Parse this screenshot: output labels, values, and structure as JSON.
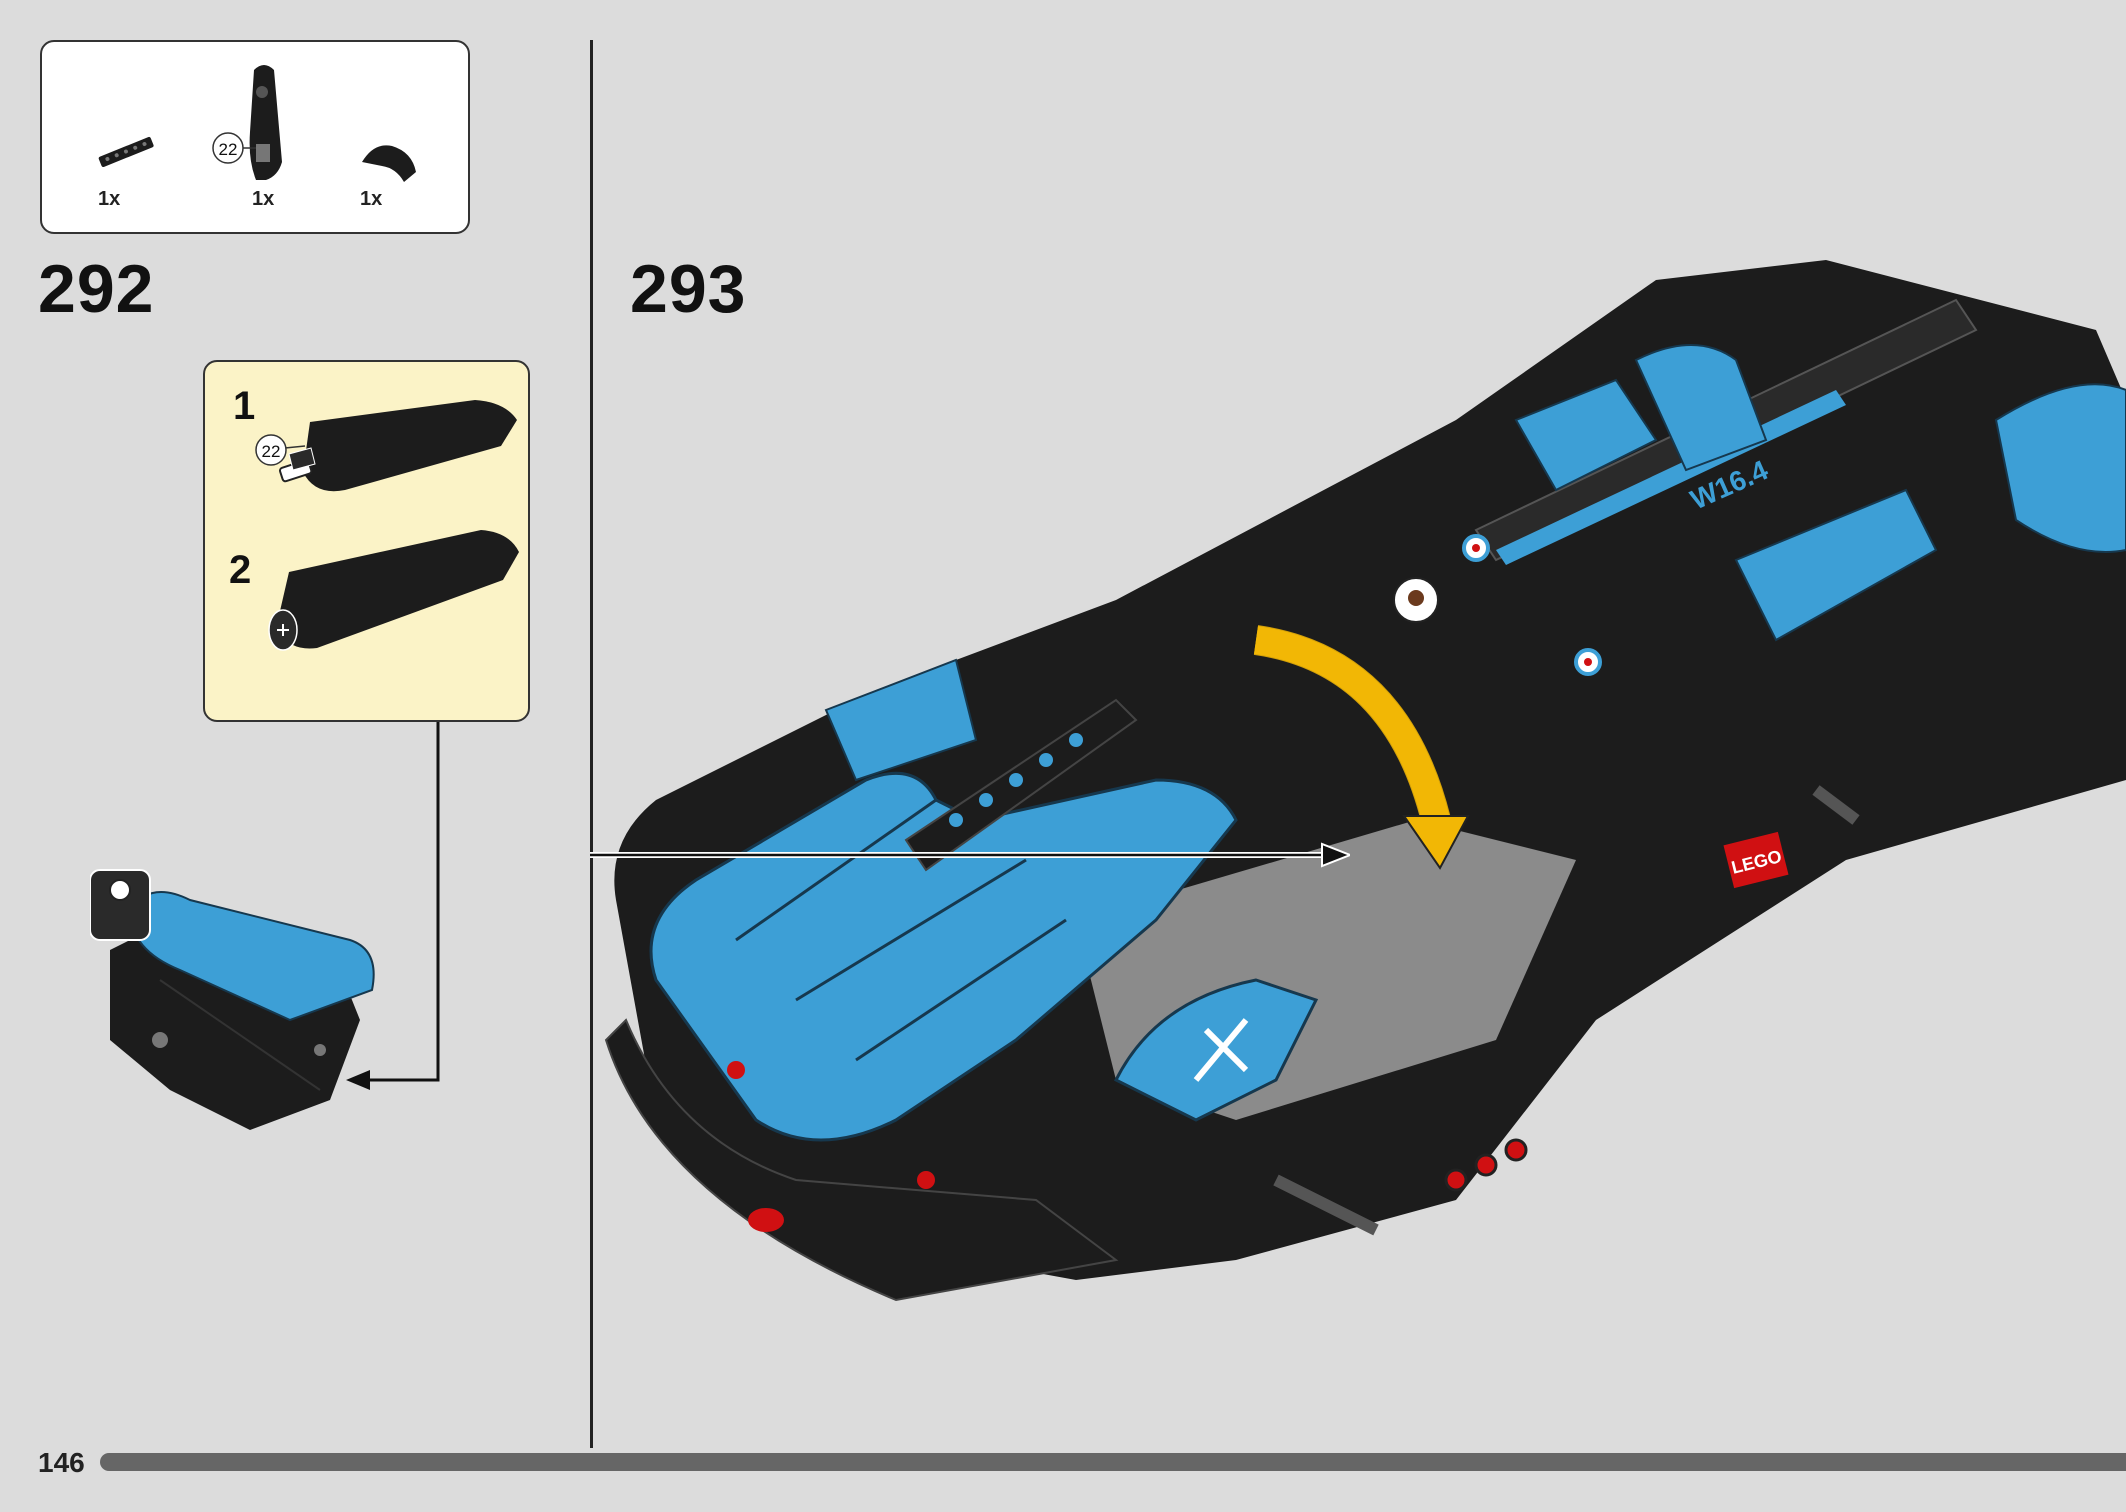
{
  "page": {
    "number": "146"
  },
  "parts_list": {
    "items": [
      {
        "qty": "1x",
        "icon": "axle-connector-part-icon"
      },
      {
        "qty": "1x",
        "icon": "panel-fairing-part-icon",
        "callout": "22"
      },
      {
        "qty": "1x",
        "icon": "curved-slope-part-icon"
      }
    ]
  },
  "steps": [
    {
      "number": "292"
    },
    {
      "number": "293"
    }
  ],
  "sub_assembly": {
    "steps": [
      {
        "number": "1",
        "callout": "22"
      },
      {
        "number": "2"
      }
    ]
  },
  "model": {
    "badge": "LEGO",
    "engine_label": "W16.4"
  },
  "colors": {
    "background": "#dcdcdc",
    "brick_black": "#1c1c1c",
    "brick_blue": "#3d9fd6",
    "callout_bg": "#fbf3c7",
    "lego_red": "#d01012",
    "arrow_yellow": "#f2b705"
  }
}
